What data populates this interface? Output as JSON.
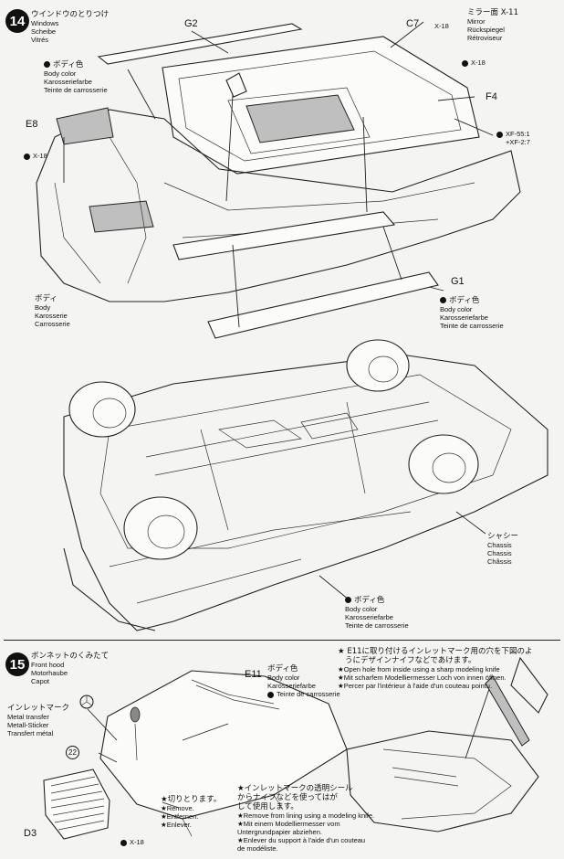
{
  "step14": {
    "number": "14",
    "title_jp": "ウインドウのとりつけ",
    "title_en": "Windows",
    "title_de": "Scheibe",
    "title_fr": "Vitrés",
    "parts": {
      "g2": "G2",
      "c7": "C7",
      "f4": "F4",
      "e8": "E8",
      "g1": "G1"
    },
    "x18_labels": [
      "X-18",
      "X-18",
      "X-18"
    ],
    "mirror": {
      "jp": "ミラー面 X-11",
      "en": "Mirror",
      "de": "Rückspiegel",
      "fr": "Rétroviseur"
    },
    "paint_mix": [
      "XF-55:1",
      "+XF-2:7"
    ],
    "body_color_top": {
      "jp": "ボディ色",
      "en": "Body color",
      "de": "Karosseriefarbe",
      "fr": "Teinte de carrosserie"
    },
    "body_label": {
      "jp": "ボディ",
      "en": "Body",
      "de": "Karosserie",
      "fr": "Carrosserie"
    },
    "body_color_g1": {
      "jp": "ボディ色",
      "en": "Body color",
      "de": "Karosseriefarbe",
      "fr": "Teinte de carrosserie"
    },
    "chassis": {
      "jp": "シャシー",
      "en": "Chassis",
      "de": "Chassis",
      "fr": "Châssis"
    },
    "body_color_bottom": {
      "jp": "ボディ色",
      "en": "Body color",
      "de": "Karosseriefarbe",
      "fr": "Teinte de carrosserie"
    }
  },
  "step15": {
    "number": "15",
    "title_jp": "ボンネットのくみたて",
    "title_en": "Front hood",
    "title_de": "Motorhaube",
    "title_fr": "Capot",
    "parts": {
      "e11": "E11",
      "d3": "D3",
      "part22": "22"
    },
    "x18_label": "X-18",
    "body_color": {
      "jp": "ボディ色",
      "en": "Body color",
      "de": "Karosseriefarbe",
      "fr": "Teinte de carrosserie"
    },
    "inlet_mark": {
      "jp": "インレットマーク",
      "en": "Metal transfer",
      "de": "Metall-Sticker",
      "fr": "Transfert métal"
    },
    "note_top": {
      "jp1": "★ E11に取り付けるインレットマーク用の穴を下図のよ",
      "jp2": "うにデザインナイフなどであけます。",
      "en": "★Open hole from inside using a sharp modeling knife",
      "de": "★Mit scharfem Modelliermesser Loch von innen öffnen.",
      "fr": "★Percer par l'intérieur à l'aide d'un couteau pointu."
    },
    "note_transfer": {
      "jp1": "★インレットマークの透明シール",
      "jp2": "からナイフなどを使ってはが",
      "jp3": "して使用します。",
      "en": "★Remove from lining using a modeling knife.",
      "de1": "★Mit einem Modelliermesser vom",
      "de2": "Untergrundpapier abziehen.",
      "fr1": "★Enlever du support à l'aide d'un couteau",
      "fr2": "de modéliste."
    },
    "note_remove": {
      "jp": "★切りとります。",
      "en": "★Remove.",
      "de": "★Entfernen.",
      "fr": "★Enlever."
    }
  },
  "colors": {
    "ink": "#111111",
    "paper": "#f4f4f2",
    "gray_part": "#bfbfbf"
  }
}
